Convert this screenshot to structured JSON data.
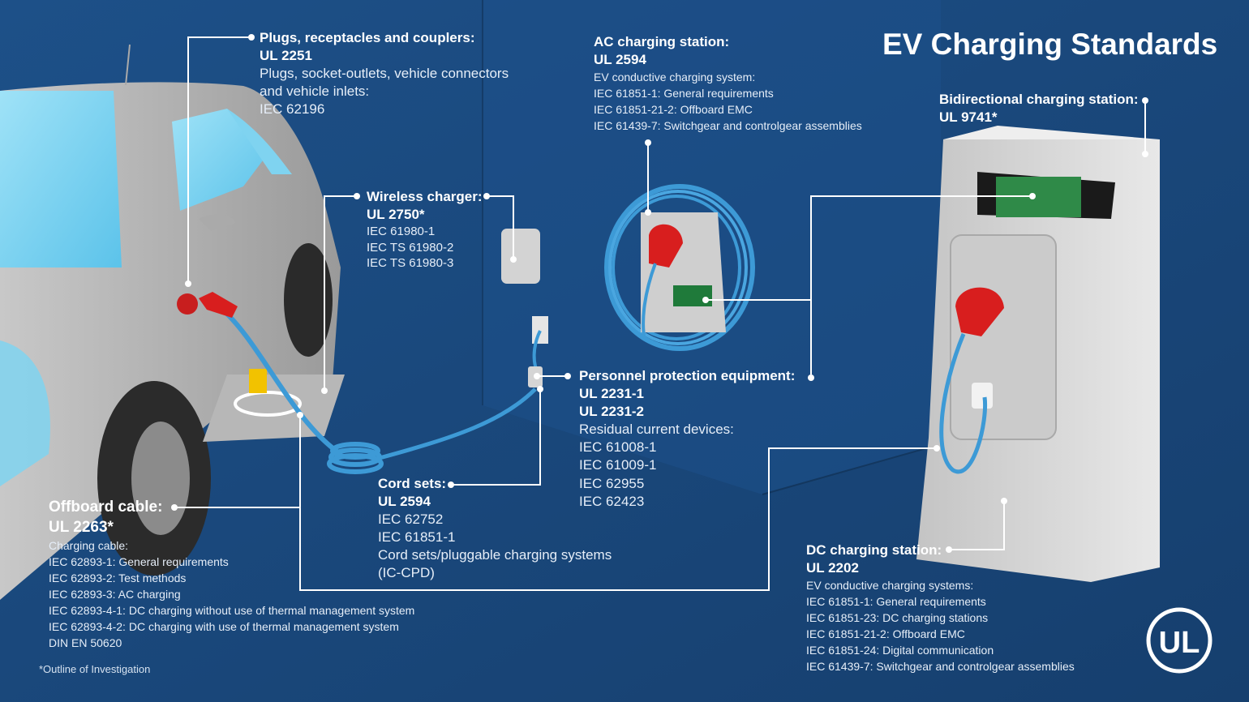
{
  "title": "EV Charging Standards",
  "footnote": "*Outline of Investigation",
  "logo_text": "UL",
  "colors": {
    "background": "#1b4a7e",
    "cable": "#3d9ad6",
    "plug": "#d81e1e",
    "station": "#d2d2d2",
    "leader": "#ffffff"
  },
  "plugs": {
    "heading": "Plugs, receptacles and couplers:",
    "code": "UL 2251",
    "lines": [
      "Plugs, socket-outlets, vehicle connectors",
      "and vehicle inlets:",
      "IEC 62196"
    ]
  },
  "wireless": {
    "heading": "Wireless charger:",
    "code": "UL 2750*",
    "lines": [
      "IEC 61980-1",
      "IEC TS 61980-2",
      "IEC TS 61980-3"
    ]
  },
  "ac_station": {
    "heading": "AC charging station:",
    "code": "UL 2594",
    "lines": [
      "EV conductive charging system:",
      "IEC 61851-1: General requirements",
      "IEC 61851-21-2: Offboard EMC",
      "IEC 61439-7: Switchgear and controlgear assemblies"
    ]
  },
  "bidirectional": {
    "heading": "Bidirectional charging station:",
    "code": "UL 9741*"
  },
  "personnel": {
    "heading": "Personnel protection equipment:",
    "codes": [
      "UL 2231-1",
      "UL 2231-2"
    ],
    "lines": [
      "Residual current devices:",
      "IEC 61008-1",
      "IEC 61009-1",
      "IEC 62955",
      "IEC 62423"
    ]
  },
  "cord_sets": {
    "heading": "Cord sets:",
    "code": "UL 2594",
    "lines": [
      "IEC 62752",
      "IEC 61851-1",
      "Cord sets/pluggable charging systems",
      "(IC-CPD)"
    ]
  },
  "offboard": {
    "heading": "Offboard cable:",
    "code": "UL 2263*",
    "lines": [
      "Charging cable:",
      "IEC 62893-1: General requirements",
      "IEC 62893-2: Test methods",
      "IEC 62893-3: AC charging",
      "IEC 62893-4-1: DC charging without use of thermal management system",
      "IEC 62893-4-2: DC charging with use of thermal management system",
      "DIN EN 50620"
    ]
  },
  "dc_station": {
    "heading": "DC charging station:",
    "code": "UL 2202",
    "lines": [
      "EV conductive charging systems:",
      "IEC 61851-1: General requirements",
      "IEC 61851-23: DC charging stations",
      "IEC 61851-21-2: Offboard EMC",
      "IEC 61851-24: Digital communication",
      "IEC 61439-7: Switchgear and controlgear assemblies"
    ]
  }
}
